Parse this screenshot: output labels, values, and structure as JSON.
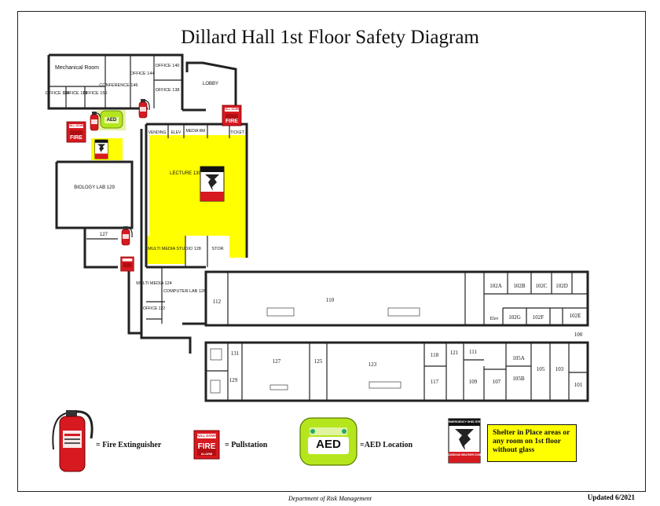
{
  "title": "Dillard Hall 1st Floor Safety Diagram",
  "rooms": {
    "mechanical": "Mechanical Room",
    "office154": "OFFICE 154",
    "office152": "OFFICE 152",
    "office150": "OFFICE 150",
    "conference": "CONFERENCE 146",
    "office144": "OFFICE 144",
    "office140": "OFFICE 140",
    "office138": "OFFICE 138",
    "lobby": "LOBBY",
    "vending": "VENDING",
    "elev": "ELEV",
    "media": "MEDIA RM",
    "ticket": "TICKET",
    "biology": "BIOLOGY LAB 129",
    "lecture": "LECTURE 130",
    "r127a": "127",
    "multistudio": "MULTI MEDIA STUDIO 128",
    "stor": "STOR",
    "multi124": "MULTI MEDIA 124",
    "computer": "COMPUTER LAB 126",
    "office122": "OFFICE 122",
    "r112": "112",
    "r110": "110",
    "r102a": "102A",
    "r102b": "102B",
    "r102c": "102C",
    "r102d": "102D",
    "r102g": "102G",
    "r102f": "102F",
    "r102e": "102E",
    "relev": "Elev",
    "r100": "100",
    "r131": "131",
    "r129": "129",
    "r127": "127",
    "r125": "125",
    "r123": "123",
    "r118": "118",
    "r121": "121",
    "r117": "117",
    "r111": "111",
    "r109": "109",
    "r107": "107",
    "r105a": "105A",
    "r105b": "105B",
    "r105": "105",
    "r103": "103",
    "r101": "101"
  },
  "icons": {
    "pull_top": "PULL DOWN",
    "pull_main": "FIRE",
    "pull_sub": "ALARM",
    "aed_label": "AED",
    "shelter_top": "EMERGENCY SHELTER",
    "shelter_sub": "FOR HAZARDOUS WEATHER CONDITIONS"
  },
  "legend": {
    "extinguisher": "= Fire Extinguisher",
    "pullstation": "= Pullstation",
    "aed": "=AED Location",
    "shelter_note": "Shelter in Place areas or any room on 1st floor without glass"
  },
  "footer": {
    "department": "Department of Risk Management",
    "updated": "Updated 6/2021"
  },
  "colors": {
    "shelter": "#ffff00",
    "fire": "#d71920",
    "aed": "#b5e61d",
    "wall": "#222222"
  }
}
